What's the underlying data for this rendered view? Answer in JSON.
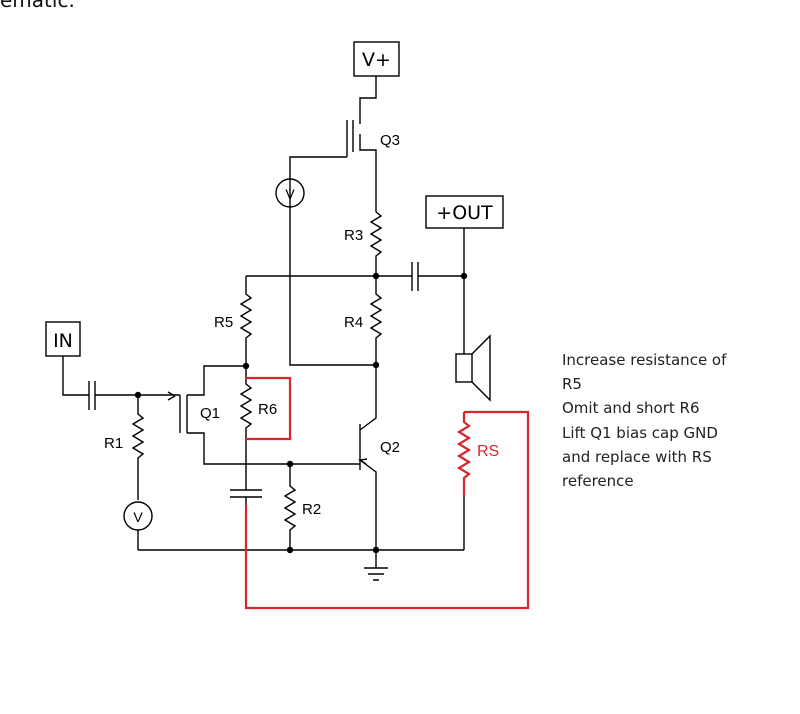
{
  "heading_fragment": "ematic.",
  "ports": {
    "supply": "V+",
    "output": "+OUT",
    "input": "IN"
  },
  "components": {
    "q1": "Q1",
    "q2": "Q2",
    "q3": "Q3",
    "r1": "R1",
    "r2": "R2",
    "r3": "R3",
    "r4": "R4",
    "r5": "R5",
    "r6": "R6",
    "rs": "RS",
    "meter": "V"
  },
  "notes": [
    "Increase resistance of",
    "R5",
    "Omit and short R6",
    "Lift Q1 bias cap GND",
    "and replace with RS",
    "reference"
  ],
  "colors": {
    "wire": "#000000",
    "modification": "#d9262b"
  }
}
